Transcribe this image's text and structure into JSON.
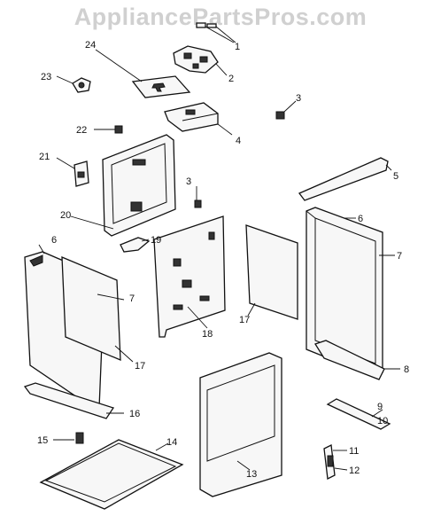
{
  "watermark": "AppliancePartsPros.com",
  "callouts": [
    "1",
    "2",
    "3",
    "3",
    "4",
    "5",
    "6",
    "6",
    "7",
    "7",
    "8",
    "9",
    "10",
    "11",
    "12",
    "13",
    "14",
    "15",
    "16",
    "17",
    "17",
    "18",
    "19",
    "20",
    "21",
    "22",
    "23",
    "24"
  ]
}
